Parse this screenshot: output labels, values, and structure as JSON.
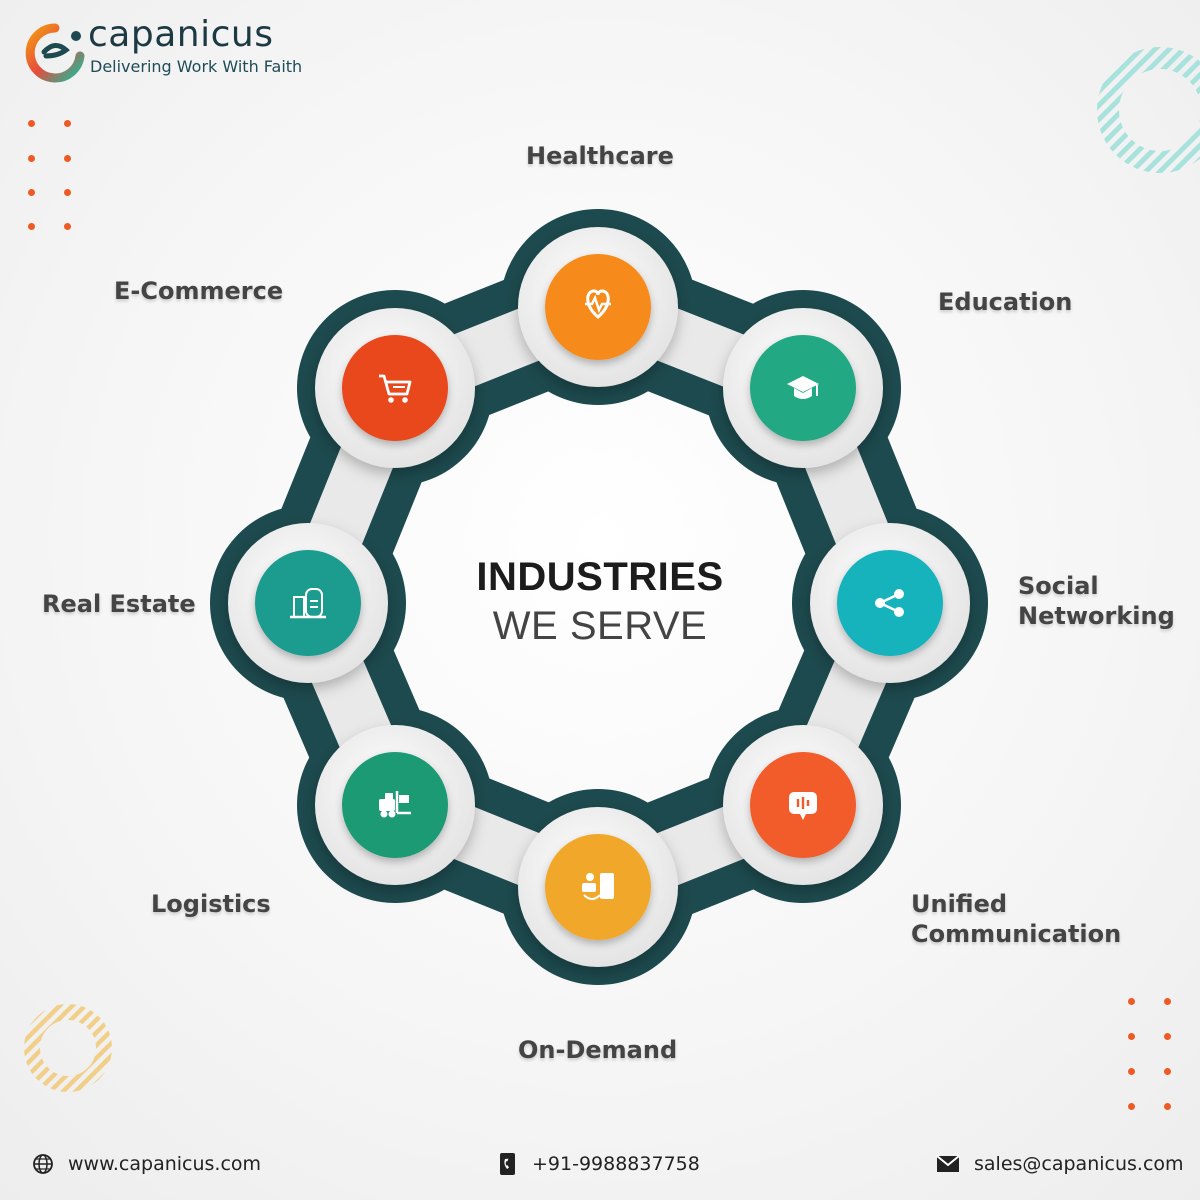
{
  "brand": {
    "name": "capanicus",
    "tagline": "Delivering Work With Faith"
  },
  "center": {
    "title": "INDUSTRIES",
    "subtitle": "WE SERVE"
  },
  "industries": [
    {
      "label": "Healthcare",
      "icon": "heartbeat-icon",
      "color": "#f68b1f"
    },
    {
      "label": "Education",
      "icon": "graduation-cap-icon",
      "color": "#21a883"
    },
    {
      "label_line1": "Social",
      "label_line2": "Networking",
      "icon": "share-icon",
      "color": "#17b3bd"
    },
    {
      "label_line1": "Unified",
      "label_line2": "Communication",
      "icon": "chat-bubble-icon",
      "color": "#f25c2b"
    },
    {
      "label": "On-Demand",
      "icon": "on-demand-icon",
      "color": "#f1a82b"
    },
    {
      "label": "Logistics",
      "icon": "forklift-icon",
      "color": "#1c9a73"
    },
    {
      "label": "Real Estate",
      "icon": "building-icon",
      "color": "#1a9b8f"
    },
    {
      "label": "E-Commerce",
      "icon": "shopping-cart-icon",
      "color": "#e9471a"
    }
  ],
  "colors": {
    "chain": "#1d4a4e",
    "accent_orange": "#ee5a24",
    "stripe_teal": "#a8e2dd",
    "stripe_yellow": "#f2cf88"
  },
  "footer": {
    "website": "www.capanicus.com",
    "phone": "+91-9988837758",
    "email": "sales@capanicus.com"
  }
}
